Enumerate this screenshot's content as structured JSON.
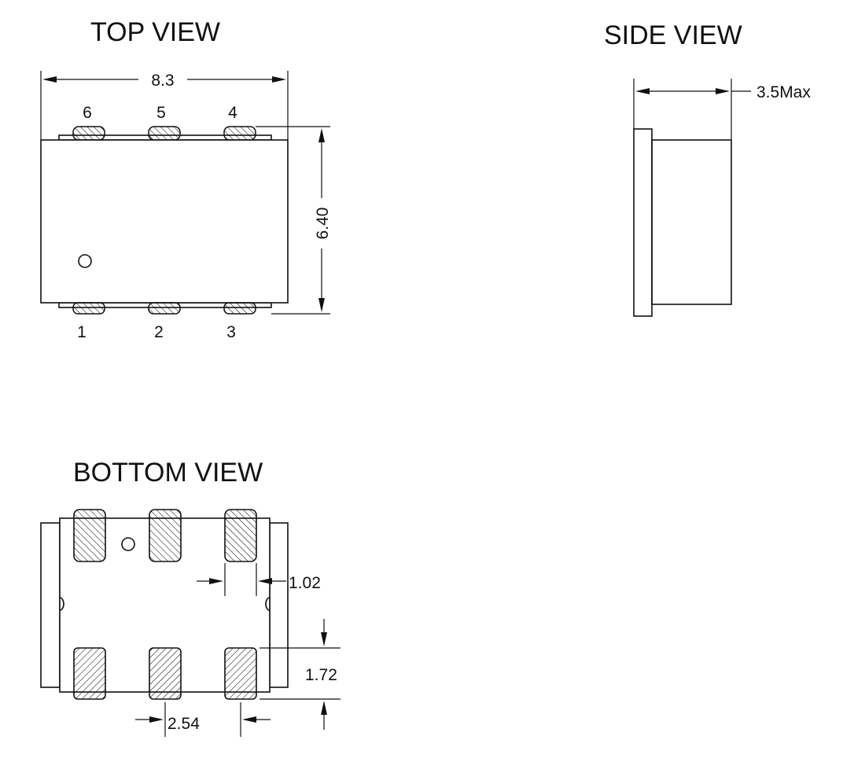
{
  "views": {
    "top": {
      "title": "TOP VIEW",
      "pins_top": [
        "6",
        "5",
        "4"
      ],
      "pins_bottom": [
        "1",
        "2",
        "3"
      ]
    },
    "side": {
      "title": "SIDE VIEW"
    },
    "bottom": {
      "title": "BOTTOM VIEW"
    }
  },
  "dimensions": {
    "width": "8.3",
    "height": "6.40",
    "thickness": "3.5Max",
    "pad_width": "1.02",
    "pad_length": "1.72",
    "pitch": "2.54"
  }
}
